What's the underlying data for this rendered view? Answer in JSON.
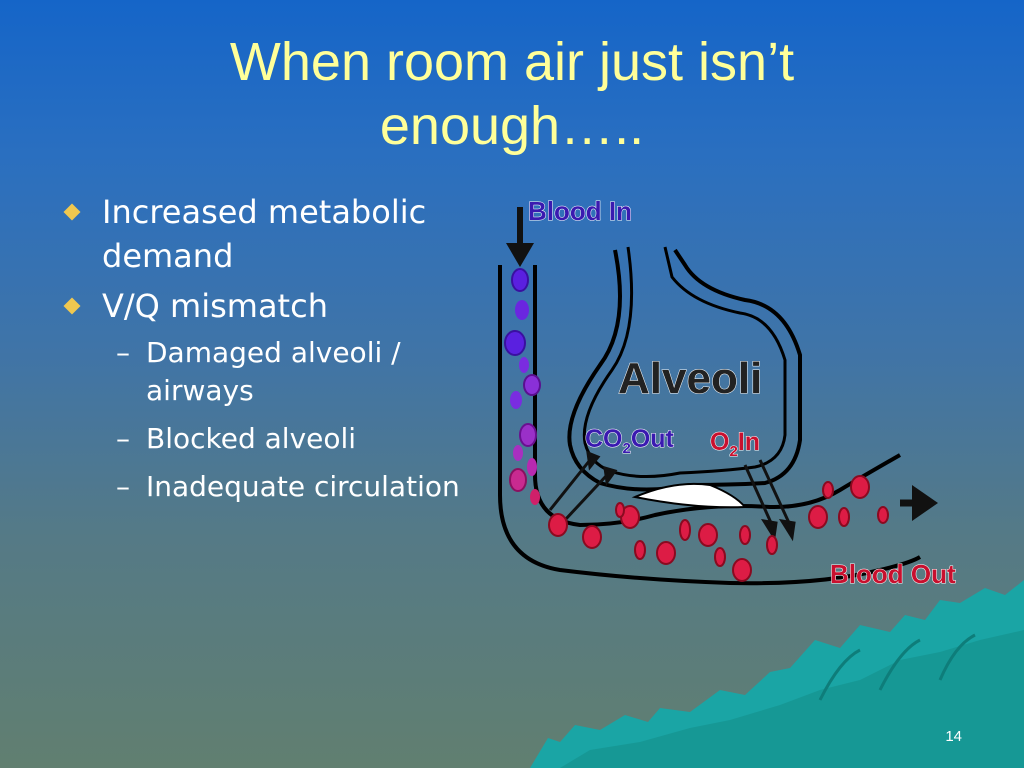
{
  "slide": {
    "title_line1": "When room air just isn’t",
    "title_line2": "enough…..",
    "page_number": "14"
  },
  "bullets": [
    {
      "text": "Increased metabolic demand",
      "level": 1
    },
    {
      "text": "V/Q mismatch",
      "level": 1
    },
    {
      "text": "Damaged alveoli / airways",
      "level": 2
    },
    {
      "text": "Blocked alveoli",
      "level": 2
    },
    {
      "text": "Inadequate circulation",
      "level": 2
    }
  ],
  "sub_bullet_marker": "–",
  "diagram": {
    "blood_in": "Blood In",
    "alveoli": "Alveoli",
    "co2_out": {
      "prefix": "CO",
      "sub": "2",
      "suffix": "Out"
    },
    "o2_in": {
      "prefix": "O",
      "sub": "2",
      "suffix": "In"
    },
    "blood_out": "Blood Out",
    "colors": {
      "blood_in_label": "#3a1ab0",
      "alveoli_label": "#222222",
      "co2_label": "#3a1ab0",
      "o2_label": "#c8102e",
      "blood_out_label": "#c8102e",
      "cell_red": "#dd1c45",
      "cell_purple": "#8a30d8",
      "cell_blue": "#5a20e0"
    }
  },
  "colors": {
    "title": "#ffff99",
    "bullet_diamond": "#f0c850",
    "text": "#ffffff"
  }
}
